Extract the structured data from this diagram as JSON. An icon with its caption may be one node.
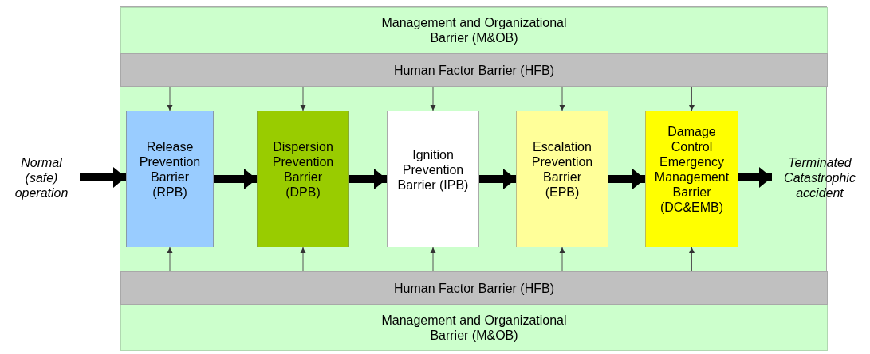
{
  "diagram": {
    "nodes": [
      {
        "text": [],
        "shape": "box"
      },
      {
        "text": [
          "Management and Organizational Barrier (M&OB)"
        ],
        "in": 0
      },
      {
        "text": [
          "Human Factor Barrier (HFB)"
        ],
        "in": 0
      },
      {
        "text": [
          "Release Prevention Barrier (RPB)"
        ],
        "in": 0
      },
      {
        "text": [
          "Dispersion Prevention Barrier (DPB)"
        ],
        "in": 0
      },
      {
        "text": [
          "Ignition Prevention Barrier (IPB)"
        ],
        "in": 0
      },
      {
        "text": [
          "Escalation Prevention Barrier (EPB)"
        ],
        "in": 0
      },
      {
        "text": [
          "Damage Control Emergency Management Barrier (DC&EMB)"
        ],
        "in": 0
      },
      {
        "text": [
          "Human Factor Barrier (HFB)"
        ],
        "in": 0
      },
      {
        "text": [
          "Management and Organizational Barrier (M&OB)"
        ],
        "in": 0
      },
      {
        "text": [
          "Normal (safe) operation"
        ]
      },
      {
        "text": [
          "Terminated Catastrophic accident"
        ]
      }
    ],
    "edges": [
      {
        "from": 10,
        "to": 3,
        "arrow": "to",
        "style": "thick"
      },
      {
        "from": 3,
        "to": 4,
        "arrow": "to",
        "style": "thick"
      },
      {
        "from": 4,
        "to": 5,
        "arrow": "to",
        "style": "thick"
      },
      {
        "from": 5,
        "to": 6,
        "arrow": "to",
        "style": "thick"
      },
      {
        "from": 6,
        "to": 7,
        "arrow": "to",
        "style": "thick"
      },
      {
        "from": 7,
        "to": 11,
        "arrow": "to",
        "style": "thick"
      },
      {
        "from": 2,
        "to": 3,
        "arrow": "to"
      },
      {
        "from": 2,
        "to": 4,
        "arrow": "to"
      },
      {
        "from": 2,
        "to": 5,
        "arrow": "to"
      },
      {
        "from": 2,
        "to": 6,
        "arrow": "to"
      },
      {
        "from": 2,
        "to": 7,
        "arrow": "to"
      },
      {
        "from": 8,
        "to": 3,
        "arrow": "to"
      },
      {
        "from": 8,
        "to": 4,
        "arrow": "to"
      },
      {
        "from": 8,
        "to": 5,
        "arrow": "to"
      },
      {
        "from": 8,
        "to": 6,
        "arrow": "to"
      },
      {
        "from": 8,
        "to": 7,
        "arrow": "to"
      }
    ]
  }
}
